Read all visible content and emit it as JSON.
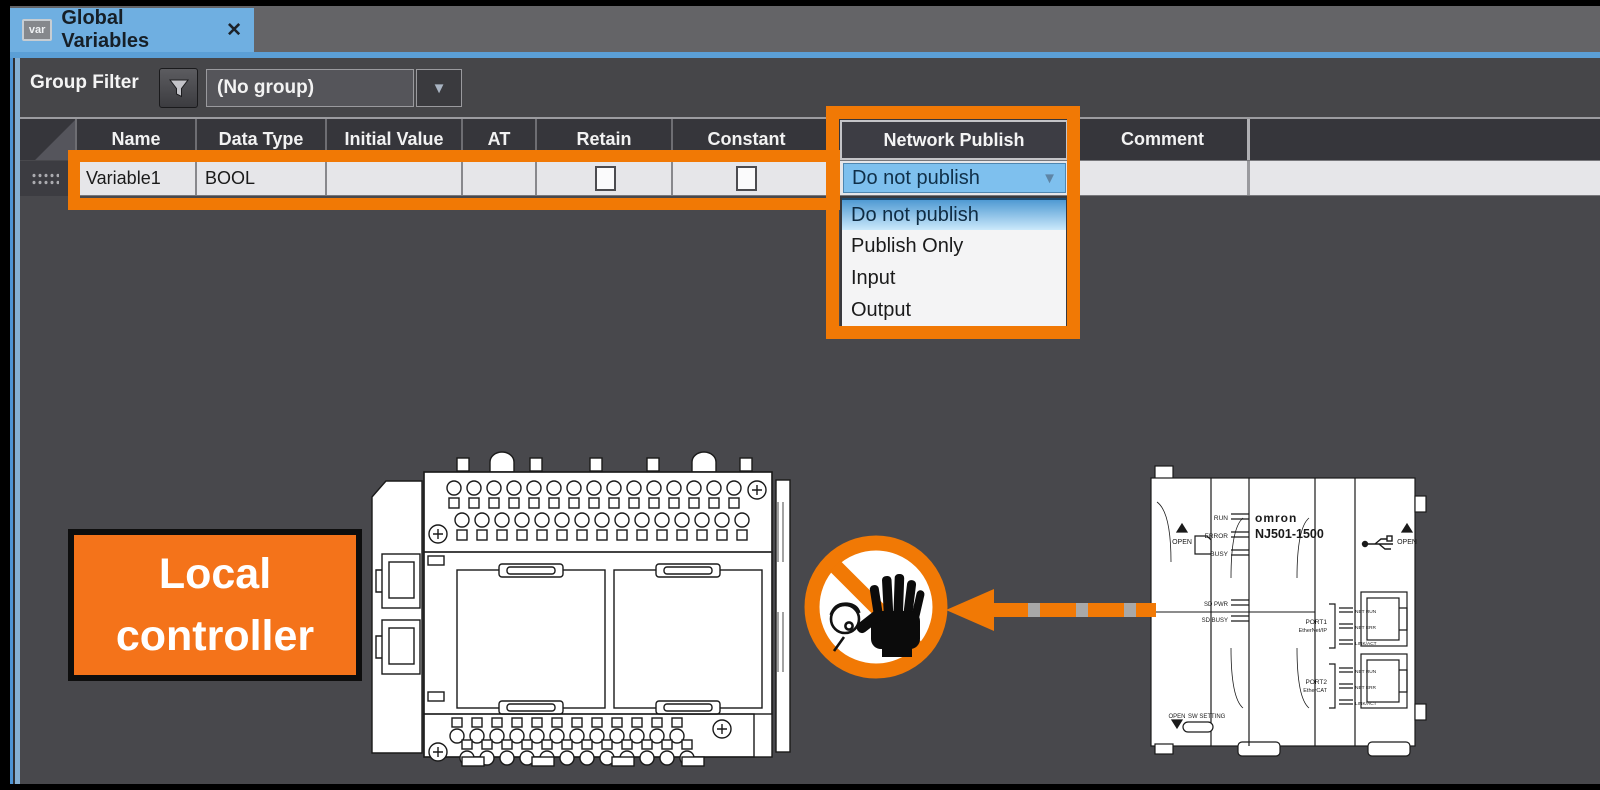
{
  "tab": {
    "icon_label": "var",
    "title": "Global Variables",
    "close_glyph": "✕"
  },
  "toolbar": {
    "label": "Group Filter",
    "group_value": "(No group)",
    "dropdown_arrow": "▼"
  },
  "grid": {
    "headers": [
      "Name",
      "Data Type",
      "Initial Value",
      "AT",
      "Retain",
      "Constant",
      "Network Publish",
      "Comment"
    ],
    "row": {
      "name": "Variable1",
      "data_type": "BOOL",
      "initial_value": "",
      "at": "",
      "retain_checked": false,
      "constant_checked": false,
      "network_publish": "Do not publish",
      "comment": ""
    }
  },
  "network_publish_dropdown": {
    "selected": "Do not publish",
    "arrow": "▼",
    "highlighted_option": "Do not publish",
    "options": [
      "Do not publish",
      "Publish Only",
      "Input",
      "Output"
    ]
  },
  "annotation": {
    "local_controller_line1": "Local",
    "local_controller_line2": "controller"
  },
  "nj_controller": {
    "brand": "omron",
    "model": "NJ501-1500",
    "open_top": "OPEN",
    "open_bottom": "OPEN",
    "sw_setting": "SW SETTING",
    "leds": {
      "run": "RUN",
      "error": "ERROR",
      "busy": "BUSY",
      "sd_pwr": "SD PWR",
      "sd_busy": "SD BUSY"
    },
    "port1": {
      "name": "PORT1",
      "type": "EtherNet/IP",
      "net_run": "NET RUN",
      "net_err": "NET ERR",
      "link_act": "LINK/ACT"
    },
    "port2": {
      "name": "PORT2",
      "type": "EtherCAT",
      "net_run": "NET RUN",
      "net_err": "NET ERR",
      "link_act": "LINK/ACT"
    }
  },
  "colors": {
    "accent_orange": "#F17905",
    "local_box_orange": "#F4731A",
    "tab_blue": "#6FAFE1",
    "combo_blue": "#7EC0EE",
    "row_bg": "#E6E6E9",
    "panel_bg": "#48484C"
  }
}
